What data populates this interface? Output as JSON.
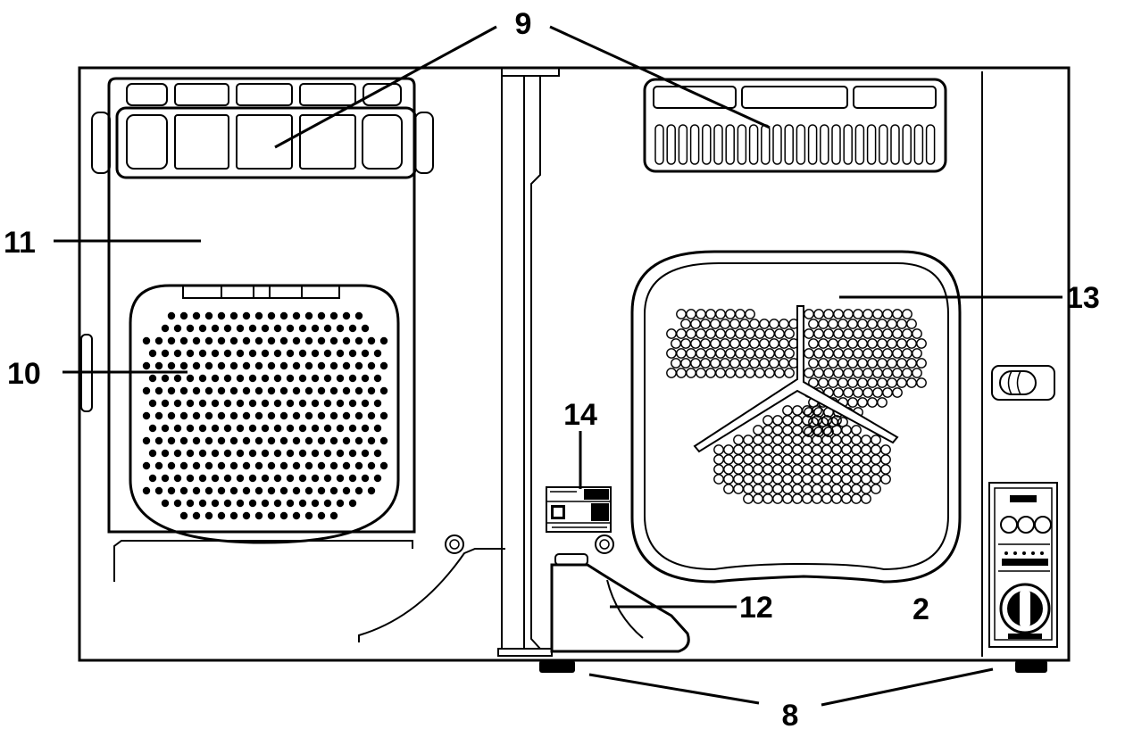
{
  "callouts": {
    "c9": "9",
    "c11": "11",
    "c10": "10",
    "c13": "13",
    "c14": "14",
    "c12": "12",
    "c2": "2",
    "c8": "8"
  },
  "colors": {
    "ink": "#000000",
    "paper": "#ffffff"
  }
}
